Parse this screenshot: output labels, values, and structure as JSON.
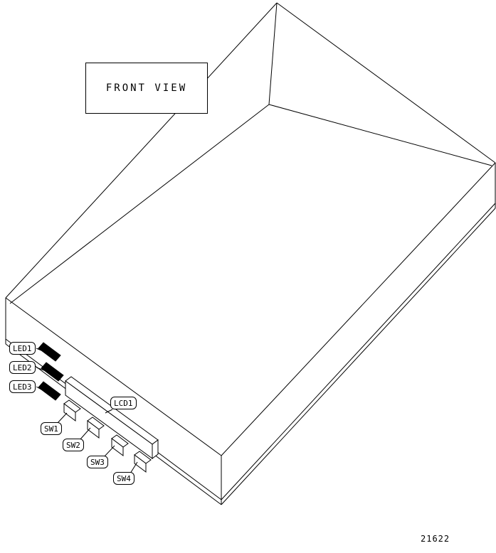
{
  "figure": {
    "title": "FRONT VIEW",
    "number": "21622",
    "callouts": {
      "led1": "LED1",
      "led2": "LED2",
      "led3": "LED3",
      "lcd1": "LCD1",
      "sw1": "SW1",
      "sw2": "SW2",
      "sw3": "SW3",
      "sw4": "SW4"
    },
    "components": {
      "leds": [
        "LED1",
        "LED2",
        "LED3"
      ],
      "display": "LCD1",
      "switches": [
        "SW1",
        "SW2",
        "SW3",
        "SW4"
      ]
    }
  }
}
